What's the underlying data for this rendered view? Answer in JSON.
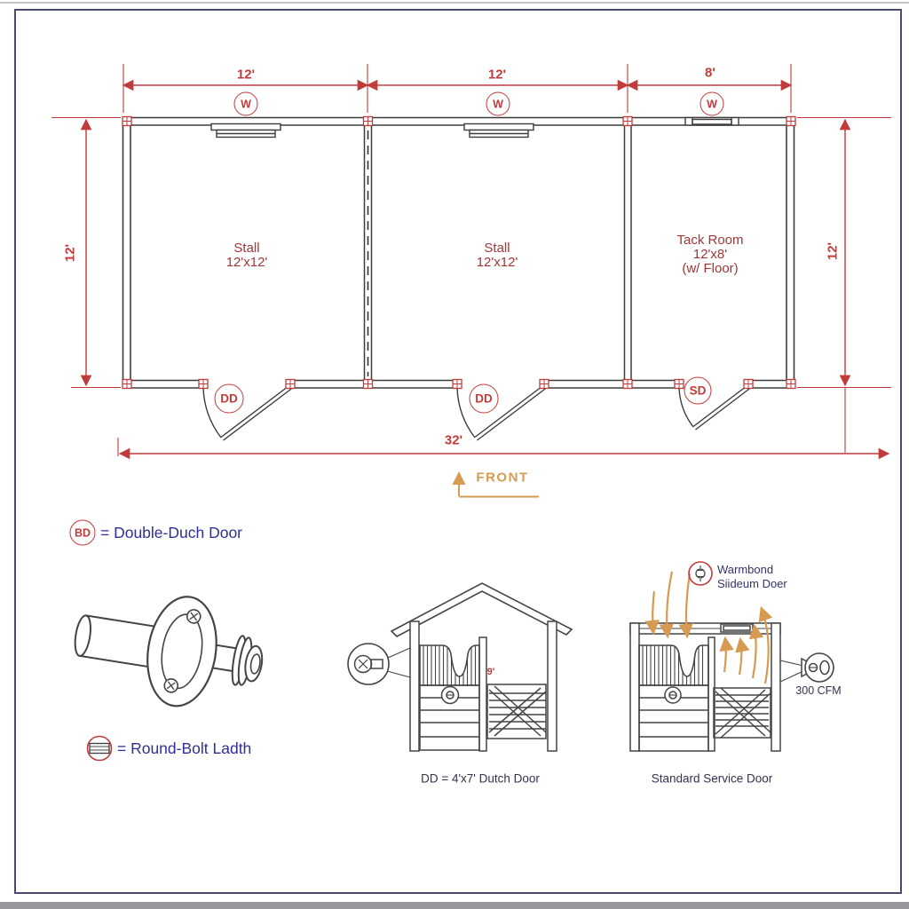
{
  "plan": {
    "window_tag": "W",
    "dims": {
      "top1": "12'",
      "top2": "12'",
      "top3": "8'",
      "left": "12'",
      "right": "12'",
      "overall": "32'"
    },
    "rooms": [
      {
        "name": "Stall",
        "size": "12'x12'"
      },
      {
        "name": "Stall",
        "size": "12'x12'"
      },
      {
        "name": "Tack Room",
        "size": "12'x8'",
        "note": "(w/ Floor)"
      }
    ],
    "doors": [
      "DD",
      "DD",
      "SD"
    ],
    "front_label": "FRONT"
  },
  "legend": {
    "dutch": {
      "tag": "BD",
      "label": "= Double-Duch Door"
    },
    "latch": {
      "label": "= Round-Bolt Ladth"
    }
  },
  "elevations": {
    "dutch": {
      "caption": "DD = 4'x7' Dutch Door",
      "height": "9'"
    },
    "service": {
      "caption": "Standard Service Door",
      "vent_label1": "Warmbond",
      "vent_label2": "Siideum Doer",
      "fan_rating": "300 CFM"
    }
  },
  "colors": {
    "dimension_red": "#c23b3b",
    "room_label_maroon": "#a03636",
    "legend_navy": "#2f2f96",
    "caption_navy": "#32324f",
    "accent_orange": "#d79a52",
    "linework_gray": "#3c3c3c"
  }
}
